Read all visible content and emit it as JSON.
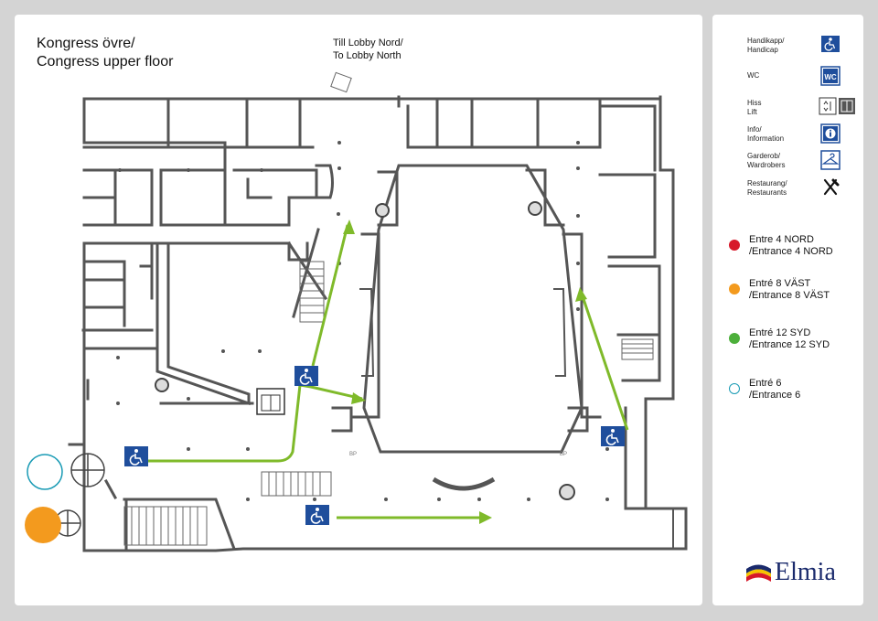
{
  "map": {
    "title_line1": "Kongress övre/",
    "title_line2": "Congress upper floor",
    "lobby_line1": "Till Lobby Nord/",
    "lobby_line2": "To Lobby North",
    "bp_label": "BP"
  },
  "legend": {
    "items": [
      {
        "line1": "Handikapp/",
        "line2": "Handicap",
        "icon": "handicap-icon"
      },
      {
        "line1": "WC",
        "line2": "",
        "icon": "wc-icon",
        "icon_text": "WC"
      },
      {
        "line1": "Hiss",
        "line2": "Lift",
        "icon": "lift-icon"
      },
      {
        "line1": "Info/",
        "line2": "Information",
        "icon": "info-icon"
      },
      {
        "line1": "Garderob/",
        "line2": "Wardrobers",
        "icon": "hanger-icon"
      },
      {
        "line1": "Restaurang/",
        "line2": "Restaurants",
        "icon": "fork-knife-icon"
      }
    ],
    "entrances": [
      {
        "line1": "Entre 4 NORD",
        "line2": "/Entrance 4 NORD",
        "color": "#d7182a",
        "filled": true
      },
      {
        "line1": "Entré 8 VÄST",
        "line2": "/Entrance 8 VÄST",
        "color": "#f39a1e",
        "filled": true
      },
      {
        "line1": "Entré 12 SYD",
        "line2": "/Entrance 12 SYD",
        "color": "#4caf3a",
        "filled": true
      },
      {
        "line1": "Entré 6",
        "line2": "/Entrance 6",
        "color": "#1a9bb5",
        "filled": false
      }
    ]
  },
  "logo": {
    "text": "Elmia",
    "colors": {
      "blue": "#1a2a6c",
      "yellow": "#f5c400",
      "red": "#d7182a"
    }
  },
  "colors": {
    "wall": "#555555",
    "route": "#7fba2a",
    "handicap_blue": "#1f4e9c"
  }
}
